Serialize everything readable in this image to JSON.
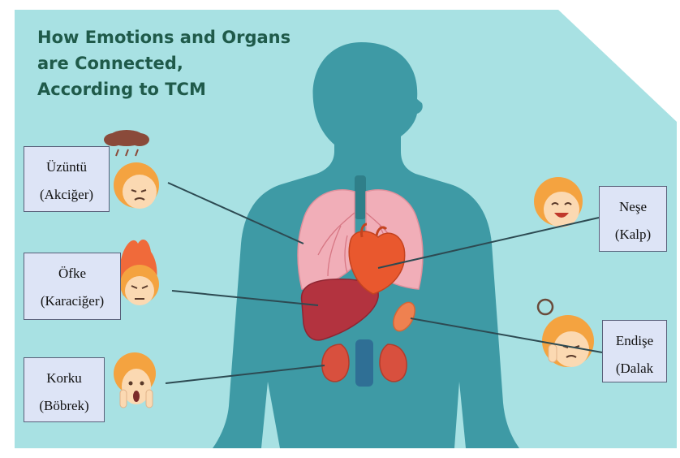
{
  "title": {
    "line1": "How Emotions and Organs",
    "line2": "are Connected,",
    "line3": "According to TCM"
  },
  "labels": {
    "sadness": {
      "emotion": "Üzüntü",
      "organ": "(Akciğer)"
    },
    "anger": {
      "emotion": "Öfke",
      "organ": "(Karaciğer)"
    },
    "fear": {
      "emotion": "Korku",
      "organ": "(Böbrek)"
    },
    "joy": {
      "emotion": "Neşe",
      "organ": "(Kalp)"
    },
    "worry": {
      "emotion": "Endişe",
      "organ": "(Dalak"
    }
  },
  "colors": {
    "background": "#a8e1e3",
    "silhouette": "#3e9aa5",
    "lungs": "#f1aeb8",
    "heart": "#e9582e",
    "liver": "#b3333f",
    "kidneys": "#d8503e",
    "spleen": "#ef8150",
    "label_fill": "#dde4f6",
    "title": "#1f5a4a"
  }
}
